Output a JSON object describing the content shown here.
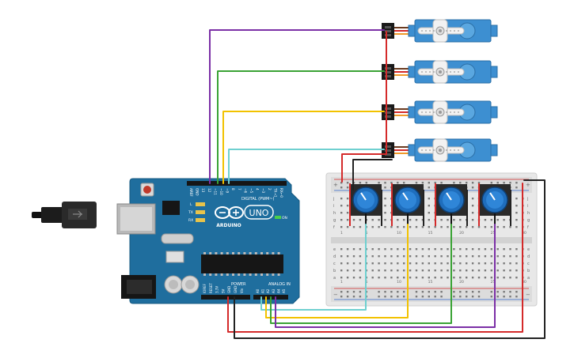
{
  "board": {
    "logo_text": "UNO",
    "brand": "ARDUINO",
    "on_label": "ON",
    "digital_label": "DIGITAL (PWM~)",
    "power_label": "POWER",
    "analog_label": "ANALOG IN",
    "digital_pins": [
      "AREF",
      "GND",
      "13",
      "12",
      "~11",
      "~10",
      "~9",
      "8",
      "7",
      "~6",
      "~5",
      "4",
      "~3",
      "2",
      "TX→1",
      "RX←0"
    ],
    "power_pins": [
      "IOREF",
      "RESET",
      "3.3V",
      "5V",
      "GND",
      "GND",
      "Vin"
    ],
    "analog_pins": [
      "A0",
      "A1",
      "A2",
      "A3",
      "A4",
      "A5"
    ],
    "led_labels": [
      "L",
      "TX",
      "RX"
    ]
  },
  "breadboard": {
    "row_letters_top": [
      "j",
      "i",
      "h",
      "g",
      "f"
    ],
    "row_letters_bottom": [
      "e",
      "d",
      "c",
      "b",
      "a"
    ],
    "col_numbers": [
      "1",
      "5",
      "10",
      "15",
      "20",
      "25",
      "30"
    ],
    "rail_plus": "+",
    "rail_minus": "−"
  },
  "components": {
    "servo_count": 4,
    "pot_count": 4
  },
  "wires": {
    "colors": {
      "purple": "#7b2fa6",
      "green": "#3aa335",
      "yellow": "#f2c200",
      "cyan": "#6fd0d0",
      "red": "#d42a2a",
      "black": "#222222"
    }
  }
}
